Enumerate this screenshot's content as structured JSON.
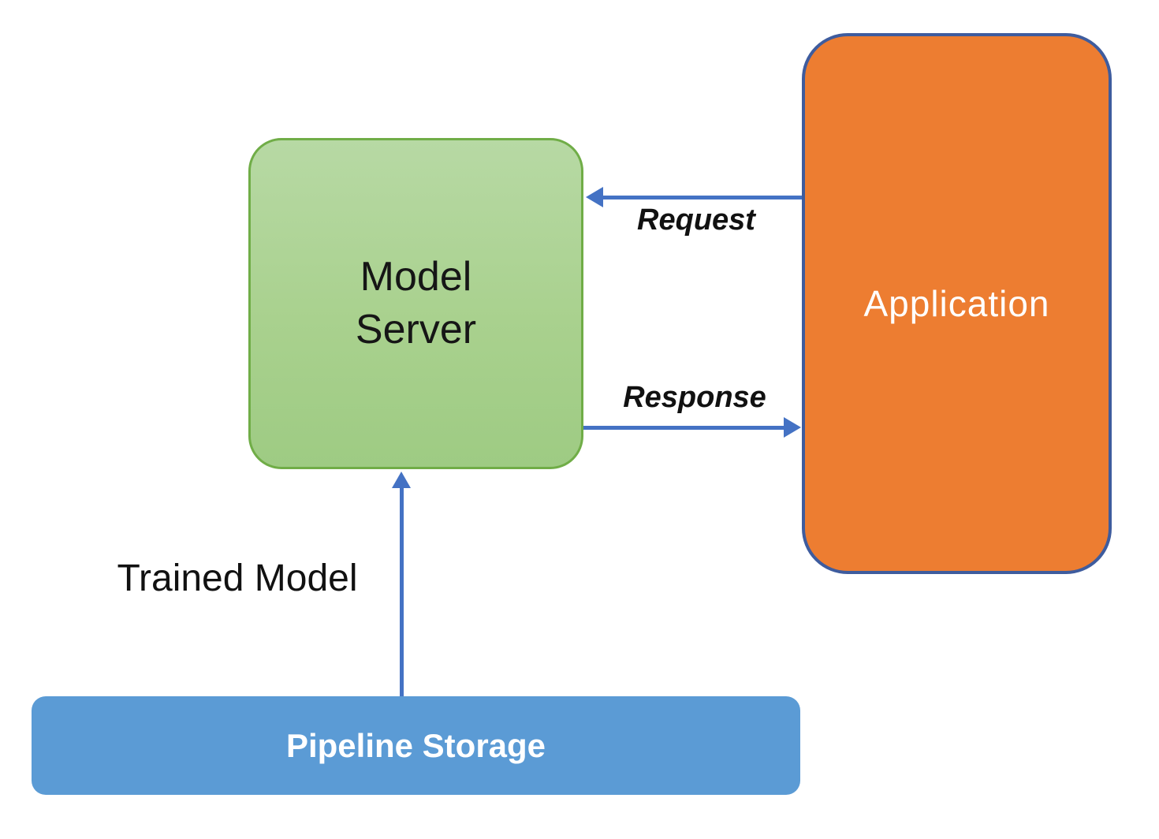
{
  "diagram": {
    "title": "",
    "nodes": {
      "model_server": {
        "label": "Model Server",
        "fill": "#a9d18e",
        "fill_gradient_top": "#b7d9a4",
        "fill_gradient_bottom": "#9ecb83",
        "border_color": "#70ad47",
        "text_color": "#161616"
      },
      "application": {
        "label": "Application",
        "fill": "#ed7d31",
        "border_color": "#3e5c9e",
        "text_color": "#ffffff"
      },
      "pipeline_storage": {
        "label": "Pipeline Storage",
        "fill": "#5b9bd5",
        "text_color": "#ffffff"
      }
    },
    "edges": {
      "request": {
        "label": "Request",
        "from": "application",
        "to": "model_server",
        "direction": "left"
      },
      "response": {
        "label": "Response",
        "from": "model_server",
        "to": "application",
        "direction": "right"
      },
      "trained_model": {
        "label": "Trained Model",
        "from": "pipeline_storage",
        "to": "model_server",
        "direction": "up"
      }
    },
    "arrow_color": "#4472c4",
    "background_color": "#ffffff"
  }
}
